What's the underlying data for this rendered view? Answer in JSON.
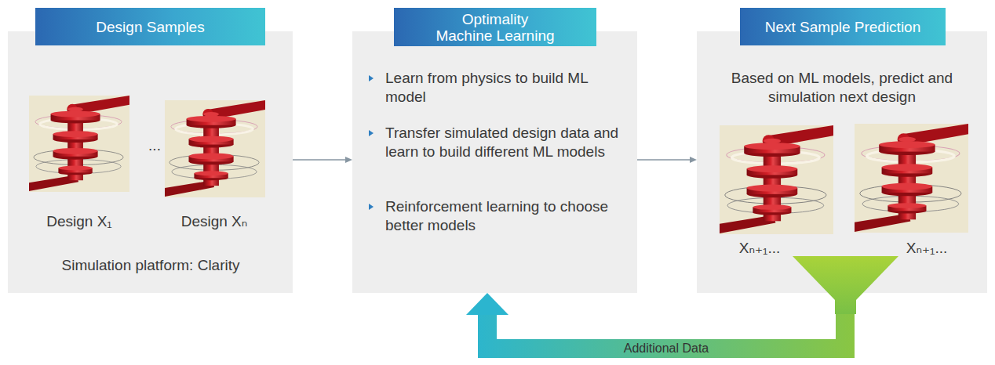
{
  "diagram": {
    "nodes": [
      {
        "text": [
          "Design Samples"
        ]
      },
      {
        "text": [
          "Design X₁",
          "...",
          "Design Xₙ",
          "Simulation platform: Clarity"
        ]
      },
      {
        "text": [
          "Optimality Machine Learning"
        ]
      },
      {
        "text": [
          "Learn from physics to build ML model",
          "Transfer simulated design data and learn to build different ML models",
          "Reinforcement learning to choose better models"
        ]
      },
      {
        "text": [
          "Next Sample Prediction"
        ]
      },
      {
        "text": [
          "Based on ML models, predict and simulation next design",
          "Xₙ₊₁...",
          "Xₙ₊₁..."
        ]
      }
    ],
    "edges": [
      {
        "from": 1,
        "to": 3,
        "arrow": "to"
      },
      {
        "from": 3,
        "to": 5,
        "arrow": "to"
      },
      {
        "from": 5,
        "to": 3,
        "label": "Additional Data",
        "arrow": "to"
      }
    ]
  }
}
